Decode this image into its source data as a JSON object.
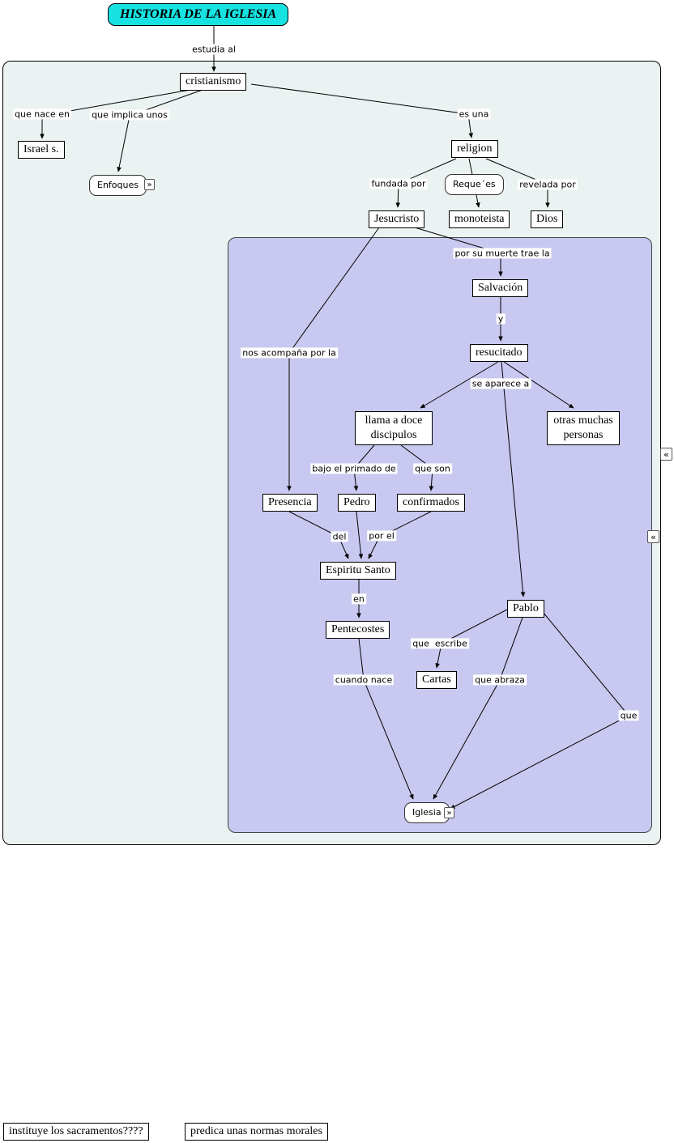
{
  "colors": {
    "title-bg": "#16E2E2",
    "outer-bg": "#EBF2F2",
    "purple-bg": "#C8C8F0"
  },
  "title": "HISTORIA DE LA IGLESIA",
  "nodes": {
    "cristianismo": "cristianismo",
    "israel": "Israel s.",
    "enfoques": "Enfoques",
    "religion": "religion",
    "jesucristo": "Jesucristo",
    "reque": "Reque´es",
    "monoteista": "monoteista",
    "dios": "Dios",
    "salvacion": "Salvación",
    "resucitado": "resucitado",
    "llama_doce": "llama a doce discipulos",
    "otras_personas": "otras muchas personas",
    "presencia": "Presencia",
    "pedro": "Pedro",
    "confirmados": "confirmados",
    "espiritu_santo": "Espiritu Santo",
    "pentecostes": "Pentecostes",
    "pablo": "Pablo",
    "cartas": "Cartas",
    "iglesia": "Iglesia",
    "instituye": "instituye los sacramentos????",
    "predica": "predica unas normas morales"
  },
  "links": {
    "estudia_al": "estudia al",
    "que_nace_en": "que nace en",
    "que_implica_unos": "que implica unos",
    "es_una": "es una",
    "fundada_por": "fundada por",
    "revelada_por": "revelada por",
    "por_su_muerte": "por su muerte trae la",
    "y": "y",
    "se_aparece_a": "se aparece a",
    "nos_acompana": "nos acompaña por la",
    "bajo_primado": "bajo el primado de",
    "que_son": "que son",
    "del": "del",
    "por_el": "por el",
    "en": "en",
    "cuando_nace": "cuando nace",
    "que_escribe": "que  escribe",
    "que_abraza": "que abraza",
    "que": "que"
  },
  "icons": {
    "expand": "»",
    "collapse": "«"
  }
}
